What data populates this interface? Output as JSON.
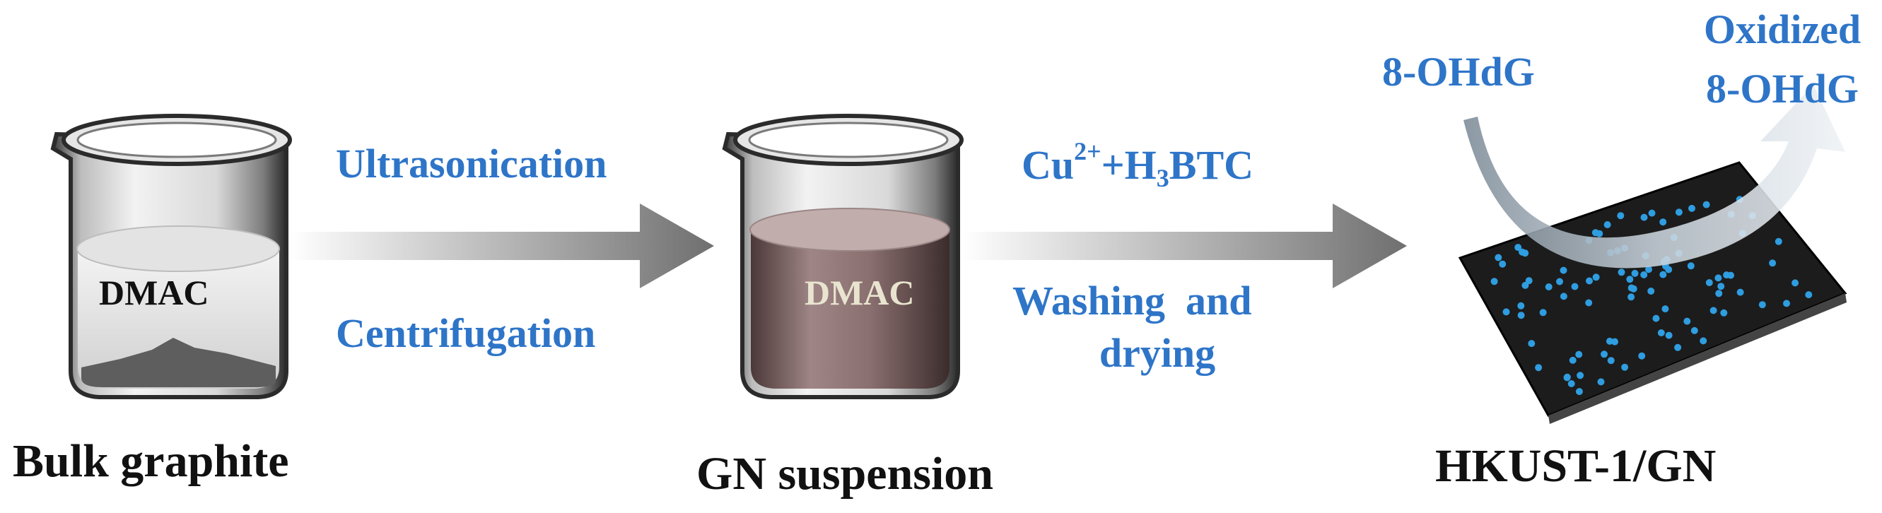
{
  "figure": {
    "stages": [
      {
        "name": "Bulk graphite",
        "solvent_label": "DMAC"
      },
      {
        "name": "GN suspension",
        "solvent_label": "DMAC"
      },
      {
        "name": "HKUST-1/GN"
      }
    ],
    "step1": {
      "top_label": "Ultrasonication",
      "bottom_label": "Centrifugation"
    },
    "step2": {
      "top_label": {
        "base": "Cu",
        "sup": "2+",
        "mid": "+H",
        "sub": "3",
        "tail": "BTC"
      },
      "bottom_line1": "Washing  and",
      "bottom_line2": "drying"
    },
    "reaction": {
      "reactant": "8-OHdG",
      "product_line1": "Oxidized",
      "product_line2": "8-OHdG"
    },
    "colors": {
      "label_blue": "#2e75c8",
      "text_black": "#111111",
      "arrow_gray": "#7f7f7f",
      "film_black": "#1c1c1c",
      "particle_blue": "#2f9de0",
      "gn_liquid": "#8e6e6e"
    }
  }
}
